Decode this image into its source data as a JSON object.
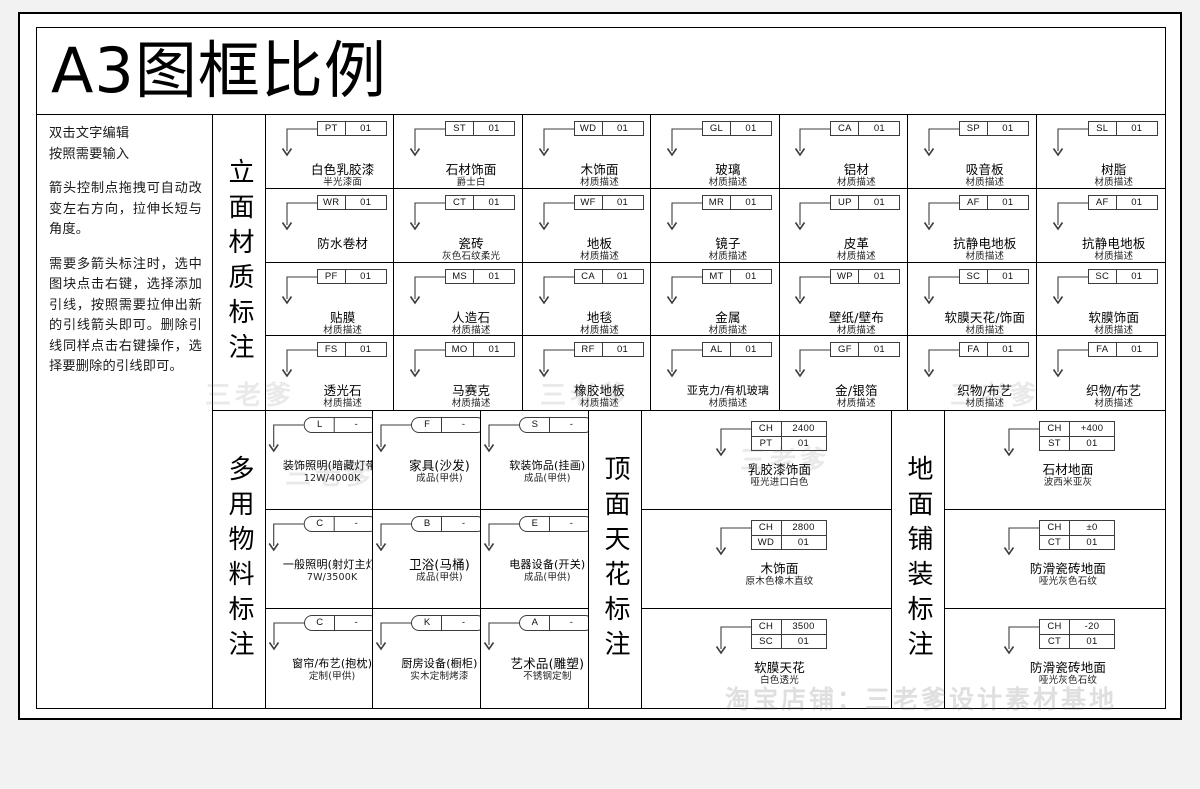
{
  "sheet": {
    "title": "A3图框比例",
    "watermark_small": "三老爹",
    "watermark_bottom": "淘宝店铺：三老爹设计素材基地"
  },
  "notes": {
    "paragraphs": [
      "双击文字编辑\n按照需要输入",
      "箭头控制点拖拽可自动改变左右方向，拉伸长短与角度。",
      "需要多箭头标注时，选中图块点击右键，选择添加引线，按照需要拉伸出新的引线箭头即可。删除引线同样点击右键操作，选择要删除的引线即可。"
    ]
  },
  "sections": [
    {
      "label": "立面材质标注",
      "style": "box",
      "columns": 7,
      "items": [
        {
          "code": "PT",
          "num": "01",
          "main": "白色乳胶漆",
          "sub": "半光漆面"
        },
        {
          "code": "ST",
          "num": "01",
          "main": "石材饰面",
          "sub": "爵士白"
        },
        {
          "code": "WD",
          "num": "01",
          "main": "木饰面",
          "sub": "材质描述"
        },
        {
          "code": "GL",
          "num": "01",
          "main": "玻璃",
          "sub": "材质描述"
        },
        {
          "code": "CA",
          "num": "01",
          "main": "铝材",
          "sub": "材质描述"
        },
        {
          "code": "SP",
          "num": "01",
          "main": "吸音板",
          "sub": "材质描述"
        },
        {
          "code": "SL",
          "num": "01",
          "main": "树脂",
          "sub": "材质描述"
        },
        {
          "code": "WR",
          "num": "01",
          "main": "防水卷材",
          "sub": ""
        },
        {
          "code": "CT",
          "num": "01",
          "main": "瓷砖",
          "sub": "灰色石纹柔光"
        },
        {
          "code": "WF",
          "num": "01",
          "main": "地板",
          "sub": "材质描述"
        },
        {
          "code": "MR",
          "num": "01",
          "main": "镜子",
          "sub": "材质描述"
        },
        {
          "code": "UP",
          "num": "01",
          "main": "皮革",
          "sub": "材质描述"
        },
        {
          "code": "AF",
          "num": "01",
          "main": "抗静电地板",
          "sub": "材质描述"
        },
        {
          "code": "AF",
          "num": "01",
          "main": "抗静电地板",
          "sub": "材质描述"
        },
        {
          "code": "PF",
          "num": "01",
          "main": "贴膜",
          "sub": "材质描述"
        },
        {
          "code": "MS",
          "num": "01",
          "main": "人造石",
          "sub": "材质描述"
        },
        {
          "code": "CA",
          "num": "01",
          "main": "地毯",
          "sub": "材质描述"
        },
        {
          "code": "MT",
          "num": "01",
          "main": "金属",
          "sub": "材质描述"
        },
        {
          "code": "WP",
          "num": "01",
          "main": "壁纸/壁布",
          "sub": "材质描述"
        },
        {
          "code": "SC",
          "num": "01",
          "main": "软膜天花/饰面",
          "sub": "材质描述"
        },
        {
          "code": "SC",
          "num": "01",
          "main": "软膜饰面",
          "sub": "材质描述"
        },
        {
          "code": "FS",
          "num": "01",
          "main": "透光石",
          "sub": "材质描述"
        },
        {
          "code": "MO",
          "num": "01",
          "main": "马赛克",
          "sub": "材质描述"
        },
        {
          "code": "RF",
          "num": "01",
          "main": "橡胶地板",
          "sub": "材质描述"
        },
        {
          "code": "AL",
          "num": "01",
          "main": "亚克力/有机玻璃",
          "sub": "材质描述"
        },
        {
          "code": "GF",
          "num": "01",
          "main": "金/银箔",
          "sub": "材质描述"
        },
        {
          "code": "FA",
          "num": "01",
          "main": "织物/布艺",
          "sub": "材质描述"
        },
        {
          "code": "FA",
          "num": "01",
          "main": "织物/布艺",
          "sub": "材质描述"
        }
      ]
    },
    {
      "label": "多用物料标注",
      "style": "pill",
      "columns": 3,
      "items": [
        {
          "code": "L",
          "num": "-",
          "main": "装饰照明(暗藏灯带)",
          "sub": "12W/4000K"
        },
        {
          "code": "F",
          "num": "-",
          "main": "家具(沙发)",
          "sub": "成品(甲供)"
        },
        {
          "code": "S",
          "num": "-",
          "main": "软装饰品(挂画)",
          "sub": "成品(甲供)"
        },
        {
          "code": "C",
          "num": "-",
          "main": "一般照明(射灯主灯)",
          "sub": "7W/3500K"
        },
        {
          "code": "B",
          "num": "-",
          "main": "卫浴(马桶)",
          "sub": "成品(甲供)"
        },
        {
          "code": "E",
          "num": "-",
          "main": "电器设备(开关)",
          "sub": "成品(甲供)"
        },
        {
          "code": "C",
          "num": "-",
          "main": "窗帘/布艺(抱枕)",
          "sub": "定制(甲供)"
        },
        {
          "code": "K",
          "num": "-",
          "main": "厨房设备(橱柜)",
          "sub": "实木定制烤漆"
        },
        {
          "code": "A",
          "num": "-",
          "main": "艺术品(雕塑)",
          "sub": "不锈钢定制"
        }
      ]
    },
    {
      "label": "顶面天花标注",
      "style": "stack",
      "columns": 1,
      "items": [
        {
          "code": "CH",
          "num": "2400",
          "code2": "PT",
          "num2": "01",
          "main": "乳胶漆饰面",
          "sub": "哑光进口白色"
        },
        {
          "code": "CH",
          "num": "2800",
          "code2": "WD",
          "num2": "01",
          "main": "木饰面",
          "sub": "原木色橡木直纹"
        },
        {
          "code": "CH",
          "num": "3500",
          "code2": "SC",
          "num2": "01",
          "main": "软膜天花",
          "sub": "白色透光"
        }
      ]
    },
    {
      "label": "地面铺装标注",
      "style": "stack",
      "columns": 1,
      "items": [
        {
          "code": "CH",
          "num": "+400",
          "code2": "ST",
          "num2": "01",
          "main": "石材地面",
          "sub": "波西米亚灰"
        },
        {
          "code": "CH",
          "num": "±0",
          "code2": "CT",
          "num2": "01",
          "main": "防滑瓷砖地面",
          "sub": "哑光灰色石纹"
        },
        {
          "code": "CH",
          "num": "-20",
          "code2": "CT",
          "num2": "01",
          "main": "防滑瓷砖地面",
          "sub": "哑光灰色石纹"
        }
      ]
    }
  ]
}
